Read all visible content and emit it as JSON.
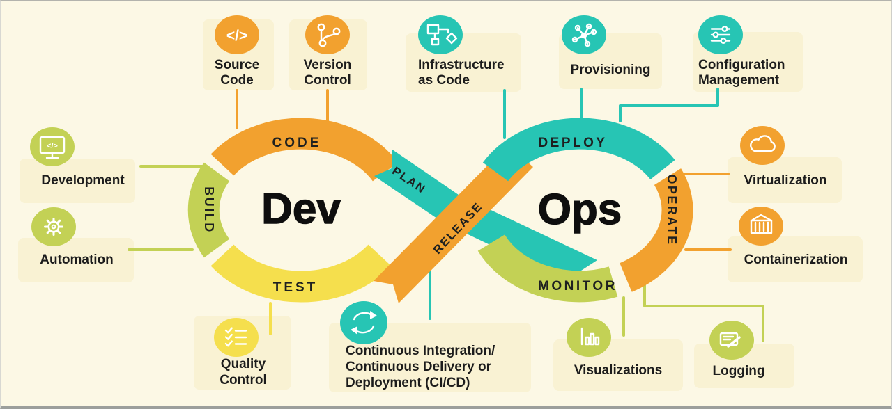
{
  "colors": {
    "background": "#FCF8E5",
    "orange": "#F2A12F",
    "teal": "#27C5B4",
    "olive": "#C3D155",
    "yellow": "#F5DF4D",
    "text": "#1c1c1c"
  },
  "center": {
    "dev": "Dev",
    "ops": "Ops"
  },
  "segments": {
    "code": "CODE",
    "plan": "PLAN",
    "build": "BUILD",
    "test": "TEST",
    "release": "RELEASE",
    "deploy": "DEPLOY",
    "operate": "OPERATE",
    "monitor": "MONITOR"
  },
  "tools": {
    "source_code": {
      "icon": "code-brackets-icon",
      "glyph": "</>",
      "line1": "Source",
      "line2": "Code"
    },
    "version_control": {
      "icon": "git-branch-icon",
      "line1": "Version",
      "line2": "Control"
    },
    "infrastructure_as_code": {
      "icon": "flowchart-icon",
      "line1": "Infrastructure",
      "line2": "as Code"
    },
    "provisioning": {
      "icon": "network-hub-icon",
      "label": "Provisioning"
    },
    "configuration_management": {
      "icon": "sliders-icon",
      "line1": "Configuration",
      "line2": "Management"
    },
    "development": {
      "icon": "monitor-code-icon",
      "glyph": "</>",
      "label": "Development"
    },
    "automation": {
      "icon": "gear-icon",
      "label": "Automation"
    },
    "virtualization": {
      "icon": "cloud-icon",
      "label": "Virtualization"
    },
    "containerization": {
      "icon": "container-icon",
      "label": "Containerization"
    },
    "quality_control": {
      "icon": "checklist-icon",
      "line1": "Quality",
      "line2": "Control"
    },
    "ci_cd": {
      "icon": "sync-arrows-icon",
      "line1": "Continuous Integration/",
      "line2": "Continuous Delivery or",
      "line3": "Deployment (CI/CD)"
    },
    "visualizations": {
      "icon": "bar-chart-icon",
      "label": "Visualizations"
    },
    "logging": {
      "icon": "document-pencil-icon",
      "label": "Logging"
    }
  }
}
